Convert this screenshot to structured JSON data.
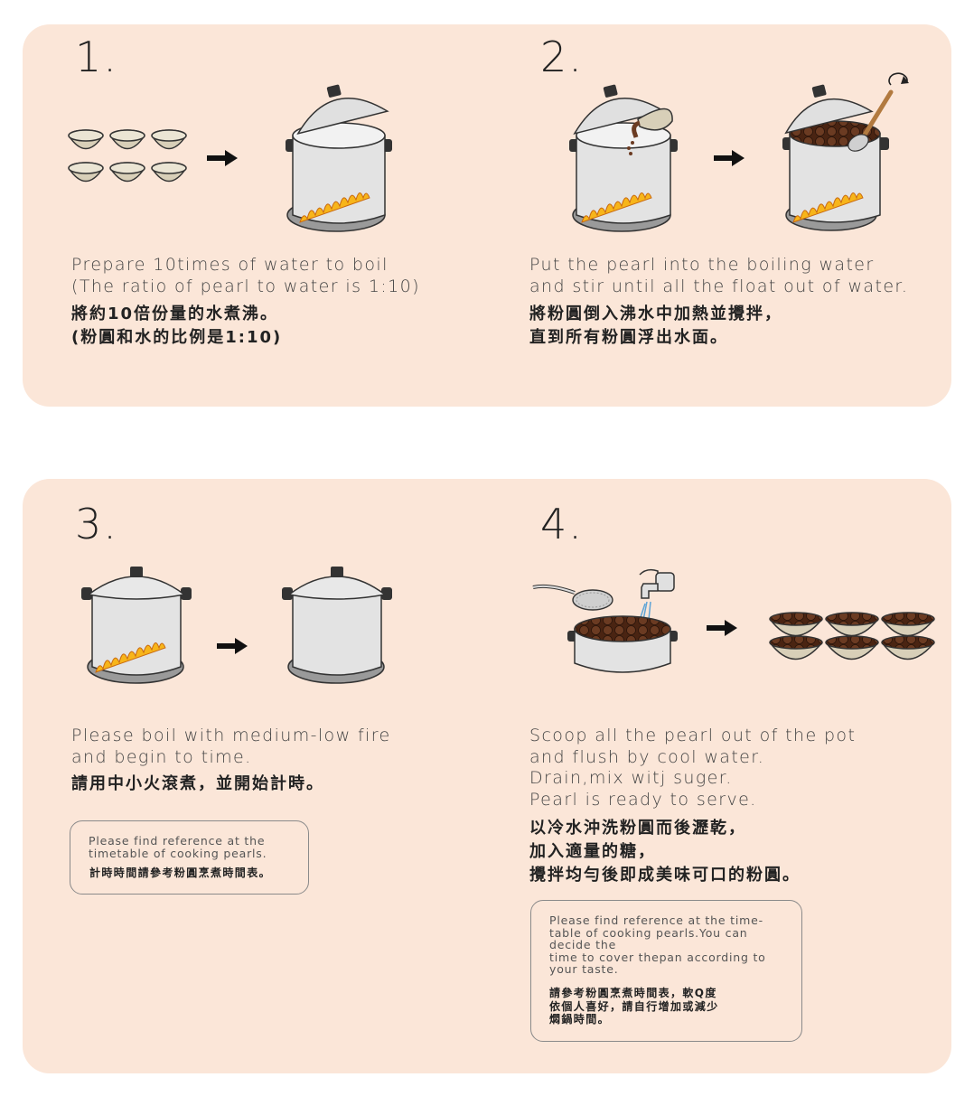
{
  "steps": [
    {
      "number": "1.",
      "en_lines": [
        "Prepare 10times of water to boil",
        "(The ratio of pearl to water is 1:10)"
      ],
      "zh_lines": [
        "將約10倍份量的水煮沸。",
        "(粉圓和水的比例是1:10)"
      ]
    },
    {
      "number": "2.",
      "en_lines": [
        "Put the pearl into the boiling water",
        "and stir until all the float out of water."
      ],
      "zh_lines": [
        "將粉圓倒入沸水中加熱並攪拌，",
        "直到所有粉圓浮出水面。"
      ]
    },
    {
      "number": "3.",
      "en_lines": [
        "Please boil with medium-low fire",
        "and begin to time."
      ],
      "zh_lines": [
        "請用中小火滾煮，並開始計時。"
      ],
      "note": {
        "en_lines": [
          "Please find reference at the",
          "timetable of cooking pearls."
        ],
        "zh_lines": [
          "計時時間請參考粉圓烹煮時間表。"
        ]
      }
    },
    {
      "number": "4.",
      "en_lines": [
        "Scoop all the pearl out of the pot",
        "and flush by cool water.",
        "Drain,mix witj suger.",
        "Pearl is ready to serve."
      ],
      "zh_lines": [
        "以冷水沖洗粉圓而後瀝乾，",
        "加入適量的糖，",
        "攪拌均勻後即成美味可口的粉圓。"
      ],
      "note": {
        "en_lines": [
          "Please find reference at the time-",
          "table of cooking pearls.You can",
          "decide the",
          "time to cover thepan according to",
          "your taste."
        ],
        "zh_lines": [
          "請參考粉圓烹煮時間表，軟Q度",
          "依個人喜好，請自行增加或減少",
          "燜鍋時間。"
        ]
      }
    }
  ],
  "icons": [
    "bowl-icon",
    "pot-icon",
    "lid-icon",
    "flame-icon",
    "arrow-right-icon",
    "spoon-icon",
    "stir-rotate-icon",
    "strainer-icon",
    "faucet-icon",
    "pearl-bowl-icon"
  ],
  "colors": {
    "panel": "#fbe6d8",
    "bowl": "#d8cfb8",
    "pot": "#e3e3e3",
    "pearl": "#6b3b22",
    "flame": "#f7b51a",
    "plate": "#9a9a9a"
  }
}
